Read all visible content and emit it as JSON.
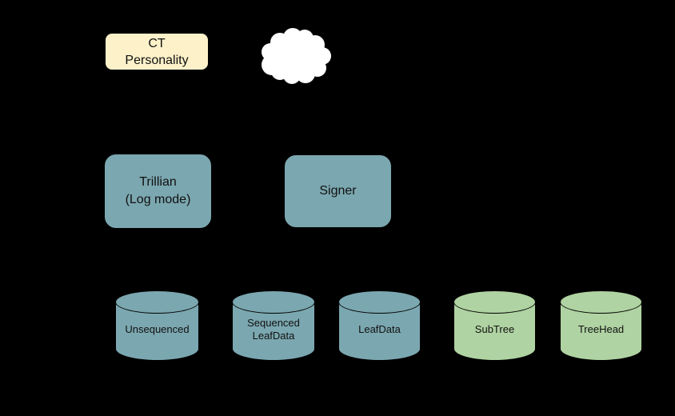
{
  "colors": {
    "background": "#000000",
    "outline": "#000000",
    "cream": "#fcf1c9",
    "teal": "#7ba7b0",
    "green": "#afd3a2",
    "cloud_fill": "#ffffff"
  },
  "boxes": {
    "ct_personality": {
      "line1": "CT",
      "line2": "Personality"
    },
    "trillian": {
      "line1": "Trillian",
      "line2": "(Log mode)"
    },
    "signer": {
      "label": "Signer"
    }
  },
  "icons": {
    "cloud": "cloud-icon"
  },
  "datastores": {
    "unsequenced": {
      "label": "Unsequenced"
    },
    "sequenced_leafdata": {
      "line1": "Sequenced",
      "line2": "LeafData"
    },
    "leafdata": {
      "label": "LeafData"
    },
    "subtree": {
      "label": "SubTree"
    },
    "treehead": {
      "label": "TreeHead"
    }
  }
}
